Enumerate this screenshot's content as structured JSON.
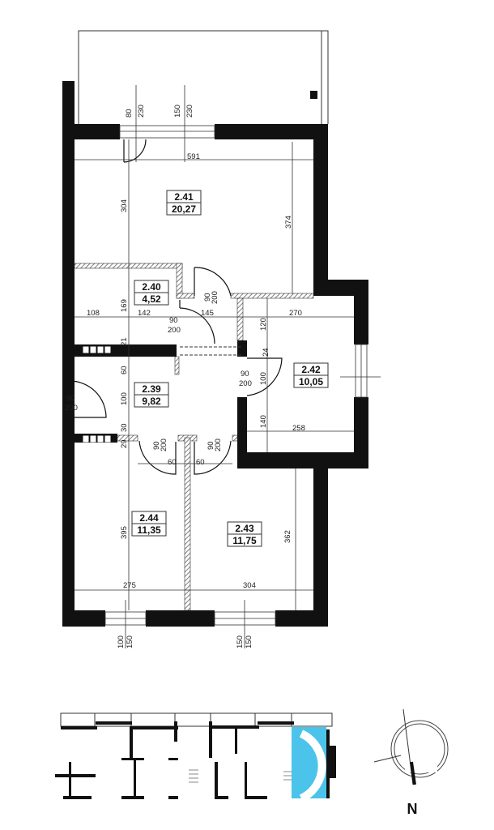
{
  "rooms": [
    {
      "number": "2.41",
      "area": "20,27"
    },
    {
      "number": "2.40",
      "area": "4,52"
    },
    {
      "number": "2.39",
      "area": "9,82"
    },
    {
      "number": "2.42",
      "area": "10,05"
    },
    {
      "number": "2.44",
      "area": "11,35"
    },
    {
      "number": "2.43",
      "area": "11,75"
    }
  ],
  "dims": [
    "80",
    "230",
    "150",
    "230",
    "591",
    "304",
    "374",
    "169",
    "108",
    "142",
    "145",
    "270",
    "90",
    "200",
    "90",
    "200",
    "120",
    "21",
    "24",
    "60",
    "90",
    "200",
    "100",
    "100",
    "90",
    "200",
    "140",
    "258",
    "30",
    "29",
    "90",
    "200",
    "90",
    "200",
    "60",
    "60",
    "395",
    "362",
    "275",
    "304",
    "100",
    "150",
    "150",
    "150"
  ],
  "compass": {
    "label": "N"
  },
  "colors": {
    "wall": "#111111",
    "highlight": "#4cc3ea"
  }
}
